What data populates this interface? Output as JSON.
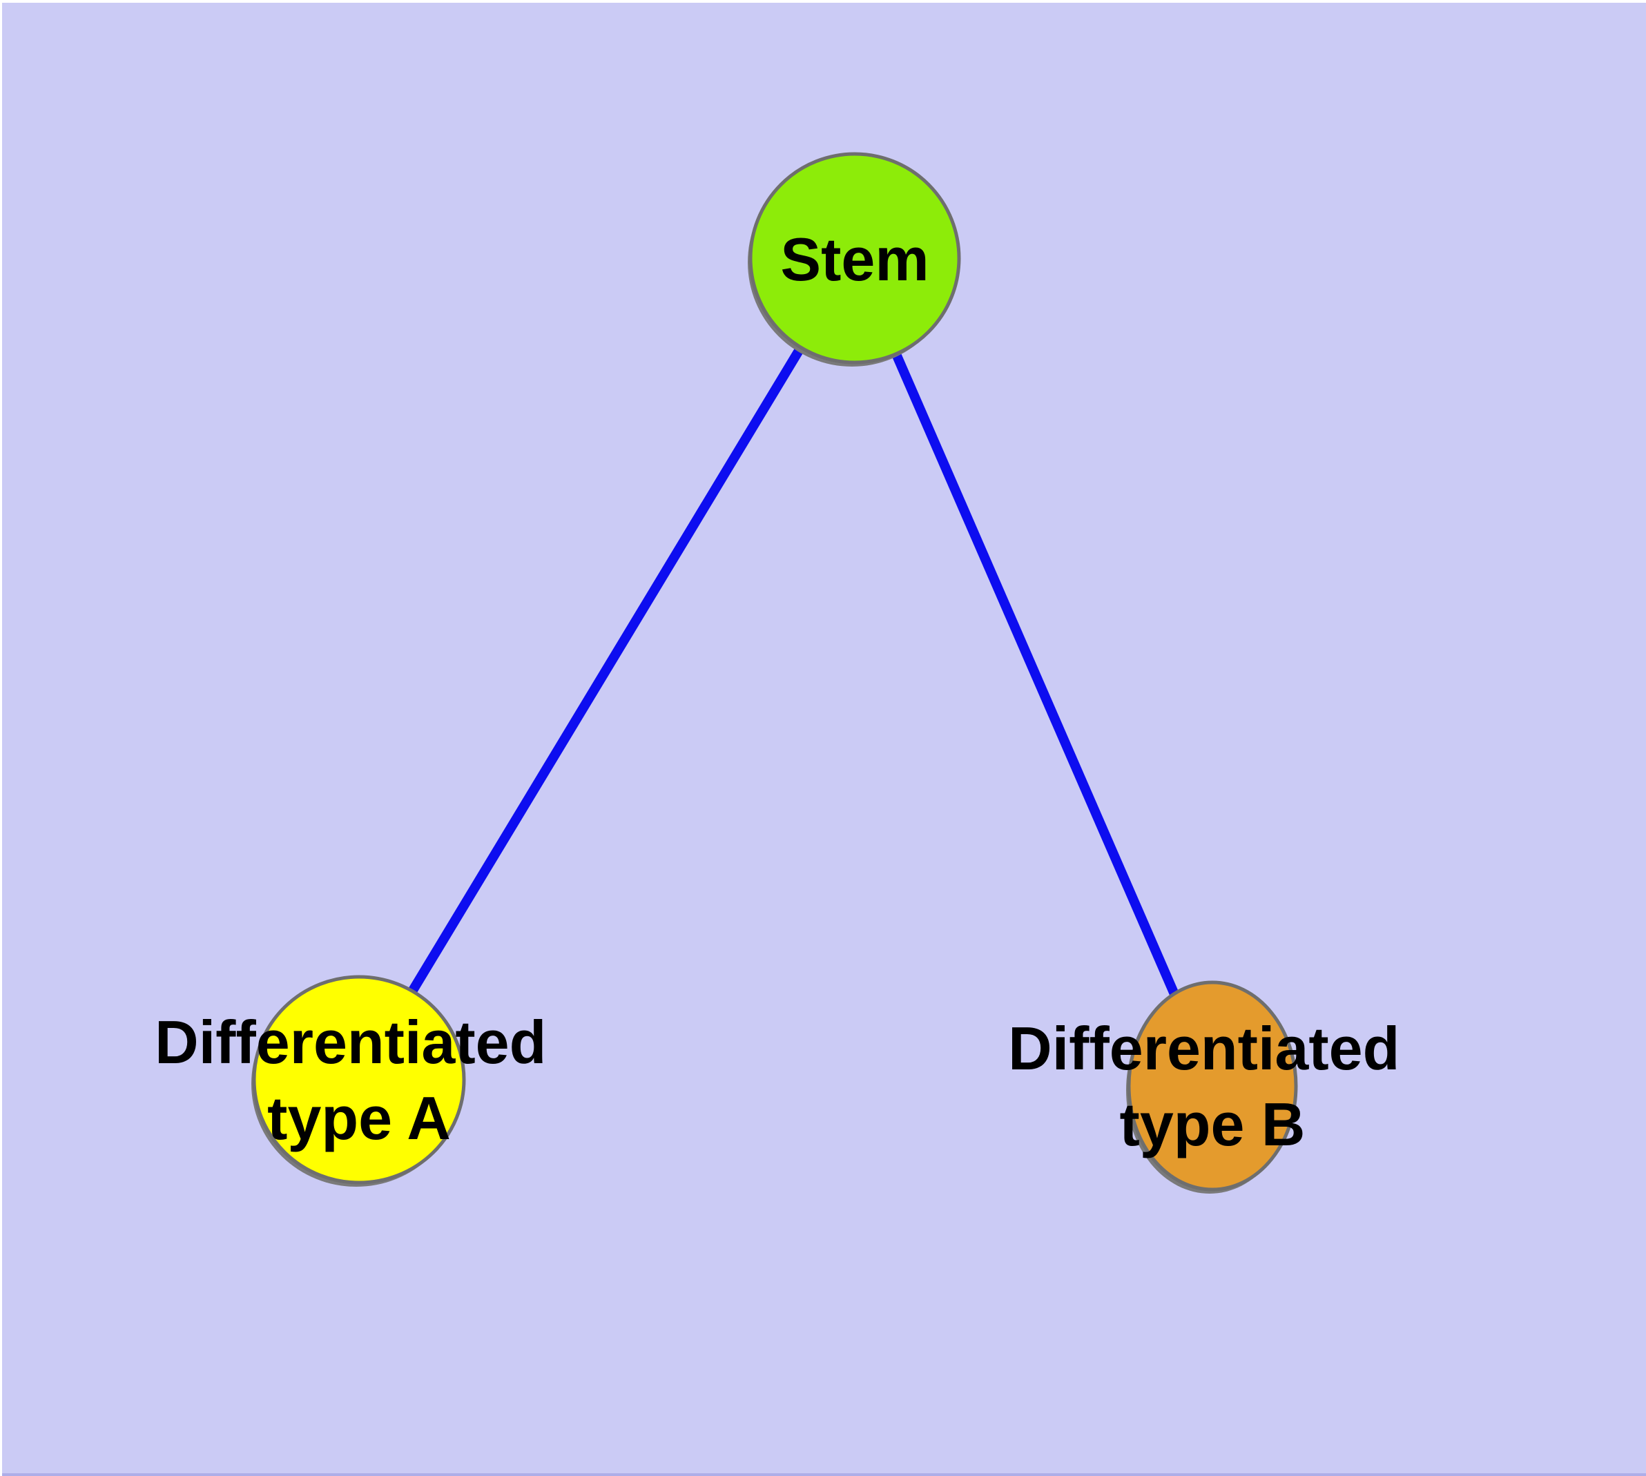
{
  "diagram": {
    "background_color": "#CBCBF5",
    "margin_color": "#FFFFFF",
    "bottom_edge_color": "#AEAEE8",
    "edge_color": "#0D0DF0",
    "node_border_color": "#6E6E6E",
    "node_shadow_color": "#7A7A7A",
    "label_color": "#000000",
    "nodes": [
      {
        "id": "stem",
        "label": "Stem",
        "fill_color": "#8DEC09"
      },
      {
        "id": "differentiated-type-a",
        "label_line1": "Differentiated",
        "label_line2": "type A",
        "fill_color": "#FFFF00"
      },
      {
        "id": "differentiated-type-b",
        "label_line1": "Differentiated",
        "label_line2": "type B",
        "fill_color": "#E49B2D"
      }
    ],
    "edges": [
      {
        "from": "Stem",
        "to": "Differentiated type A"
      },
      {
        "from": "Stem",
        "to": "Differentiated type B"
      }
    ]
  }
}
